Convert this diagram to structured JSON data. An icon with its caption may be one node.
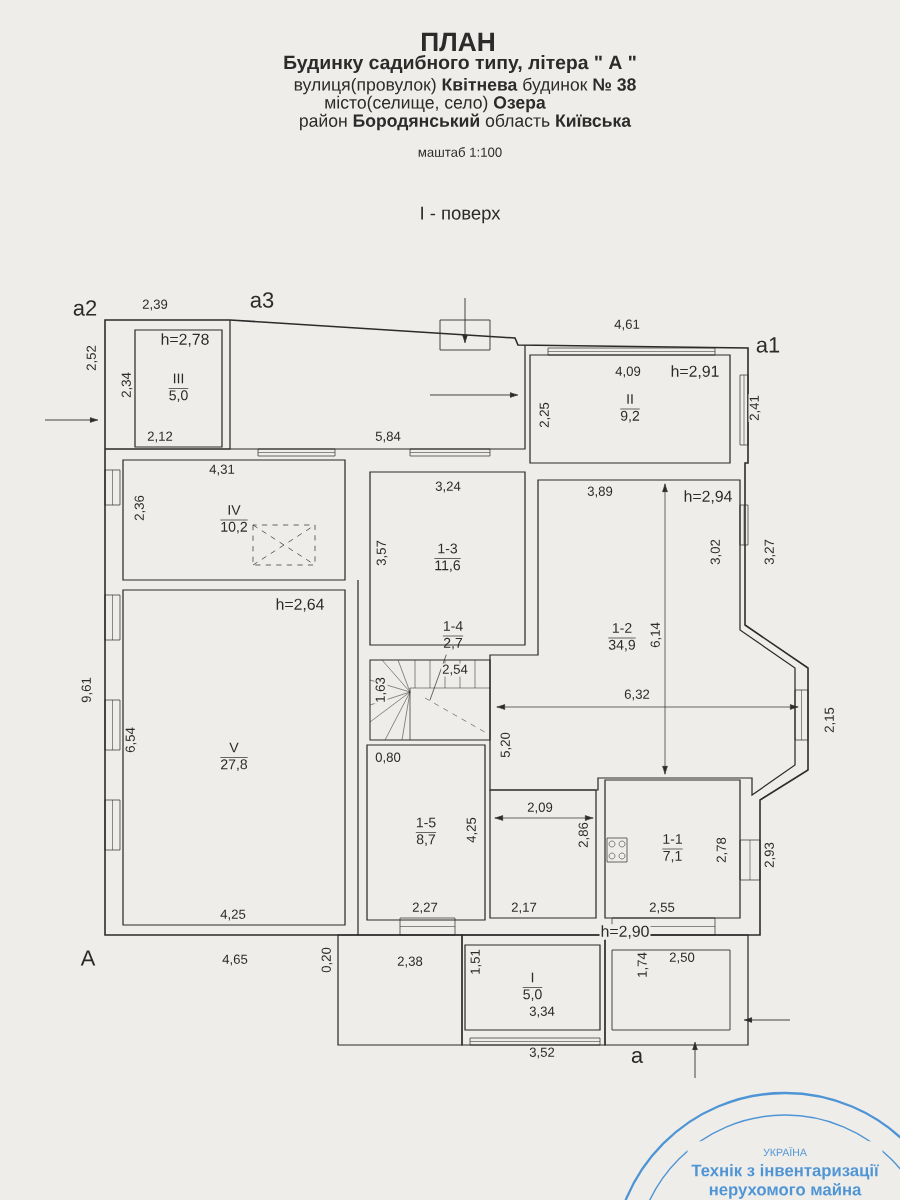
{
  "diagram": {
    "title": "ПЛАН",
    "nodes": [
      {
        "text": [
          "III",
          "5,0"
        ]
      },
      {
        "text": [
          "II",
          "9,2"
        ]
      },
      {
        "text": [
          "IV",
          "10,2"
        ]
      },
      {
        "text": [
          "1-3",
          "11,6"
        ]
      },
      {
        "text": [
          "1-2",
          "34,9"
        ]
      },
      {
        "text": [
          "1-4",
          "2,7"
        ]
      },
      {
        "text": [],
        "shape": "picture"
      },
      {
        "text": [
          "V",
          "27,8"
        ]
      },
      {
        "text": [
          "1-5",
          "8,7"
        ]
      },
      {
        "text": [
          "1-1",
          "7,1"
        ]
      },
      {
        "text": [
          "I",
          "5,0"
        ]
      },
      {
        "text": [
          "УКРАЇНА",
          "Технік з інвентаризації нерухомого майна"
        ]
      }
    ],
    "edges": [
      {
        "from": 5,
        "to": 6,
        "arrow": "none"
      }
    ],
    "labels": [
      "Будинку садибного типу, літера \" А \"",
      "вулиця(провулок) **Квітнева** будинок **№ 38**",
      "місто(селище, село) **Озера**",
      "район **Бородянський** область **Київська**",
      "маштаб 1:100",
      "I - поверх",
      "a2",
      "2,39",
      "a3",
      "4,61",
      "h=2,78",
      "a1",
      "2,52",
      "4,09",
      "h=2,91",
      "2,34",
      "2,25",
      "2,41",
      "2,12",
      "5,84",
      "4,31",
      "3,24",
      "3,89",
      "h=2,94",
      "2,36",
      "3,57",
      "3,02",
      "3,27",
      "h=2,64",
      "6,14",
      "2,54",
      "9,61",
      "1,63",
      "6,32",
      "2,15",
      "6,54",
      "0,80",
      "5,20",
      "2,09",
      "4,25",
      "2,86",
      "2,78",
      "2,93",
      "4,25",
      "2,27",
      "2,17",
      "2,55",
      "h=2,90",
      "A",
      "4,65",
      "0,20",
      "2,38",
      "1,51",
      "1,74",
      "2,50",
      "3,34",
      "3,52",
      "a"
    ]
  }
}
